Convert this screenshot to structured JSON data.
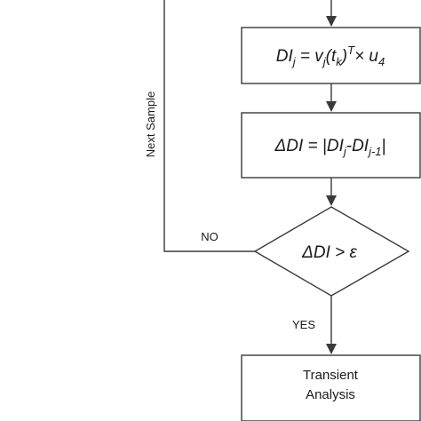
{
  "nodes": {
    "box1": {
      "prefix": "DI",
      "sub1": "j",
      "mid1": " = v",
      "sub2": "j",
      "mid2": "(t",
      "sub3": "k",
      "mid3": ")",
      "sup": "T",
      "mid4": "× u",
      "sub4": "4"
    },
    "box2": {
      "prefix": "ΔDI = |DI",
      "sub1": "j",
      "mid1": "-DI",
      "sub2": "j-1",
      "suffix": "|"
    },
    "decision": {
      "text": "ΔDI > ",
      "epsilon": "ε"
    },
    "box3": {
      "line1": "Transient",
      "line2": "Analysis"
    }
  },
  "edges": {
    "no_label": "NO",
    "yes_label": "YES",
    "loop_label": "Next Sample"
  },
  "colors": {
    "stroke": "#3a3a3a",
    "text": "#1a1a1a",
    "background": "#ffffff"
  }
}
